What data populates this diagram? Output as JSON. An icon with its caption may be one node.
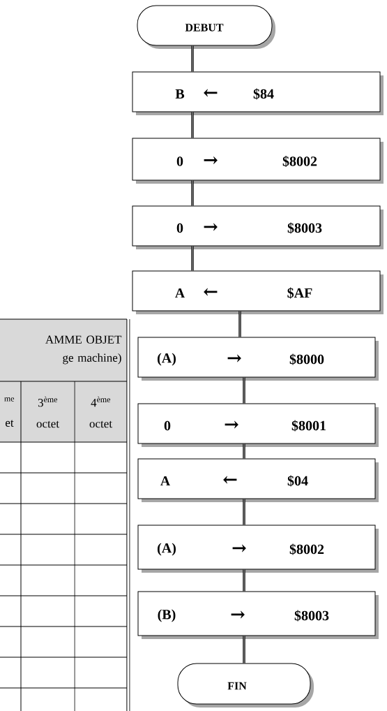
{
  "diagram": {
    "nodes": [
      {
        "text": [
          "DEBUT"
        ]
      },
      {
        "text": [
          "B",
          "←",
          "$84"
        ]
      },
      {
        "text": [
          "0",
          "→",
          "$8002"
        ]
      },
      {
        "text": [
          "0",
          "→",
          "$8003"
        ]
      },
      {
        "text": [
          "A",
          "←",
          "$AF"
        ]
      },
      {
        "text": [
          "(A)",
          "→",
          "$8000"
        ]
      },
      {
        "text": [
          "0",
          "→",
          "$8001"
        ]
      },
      {
        "text": [
          "A",
          "←",
          "$04"
        ]
      },
      {
        "text": [
          "(A)",
          "→",
          "$8002"
        ]
      },
      {
        "text": [
          "(B)",
          "→",
          "$8003"
        ]
      },
      {
        "text": [
          "FIN"
        ]
      }
    ],
    "edges": [
      {
        "from": 0,
        "to": 1,
        "arrow": "none"
      },
      {
        "from": 1,
        "to": 2,
        "arrow": "none"
      },
      {
        "from": 2,
        "to": 3,
        "arrow": "none"
      },
      {
        "from": 3,
        "to": 4,
        "arrow": "none"
      },
      {
        "from": 4,
        "to": 5,
        "arrow": "none"
      },
      {
        "from": 5,
        "to": 6,
        "arrow": "none"
      },
      {
        "from": 6,
        "to": 7,
        "arrow": "none"
      },
      {
        "from": 7,
        "to": 8,
        "arrow": "none"
      },
      {
        "from": 8,
        "to": 9,
        "arrow": "none"
      },
      {
        "from": 9,
        "to": 10,
        "arrow": "none"
      }
    ],
    "labels": [
      "AMME OBJET ge machine)",
      "$^{me}$ et",
      "3$^{ème}$ octet",
      "4$^{ème}$ octet"
    ]
  }
}
